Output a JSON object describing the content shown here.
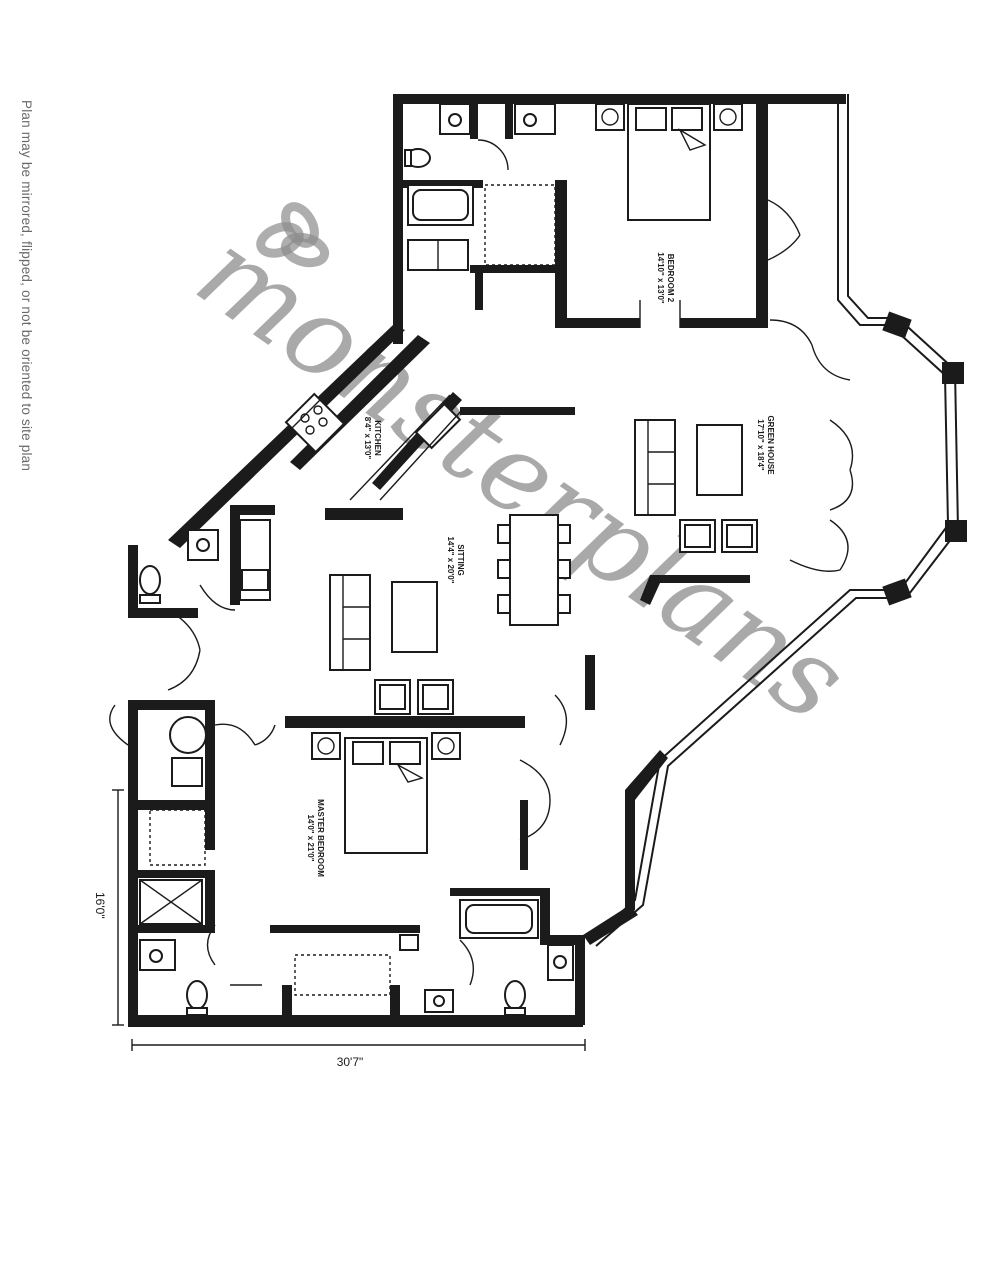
{
  "plan_note": "Plan may be mirrored, flipped, or not be oriented to site plan",
  "watermark": "monsterplans",
  "dimensions": {
    "width": "30'7\"",
    "depth": "16'0\""
  },
  "rooms": {
    "bedroom2": {
      "name": "BEDROOM 2",
      "size": "14'10\" x 13'0\""
    },
    "green_house": {
      "name": "GREEN HOUSE",
      "size": "17'10\" x 18'4\""
    },
    "kitchen": {
      "name": "KITCHEN",
      "size": "8'4\" x 13'0\""
    },
    "sitting": {
      "name": "SITTING",
      "size": "14'4\" x 20'0\""
    },
    "master_bedroom": {
      "name": "MASTER BEDROOM",
      "size": "14'0\" x 21'0\""
    }
  },
  "colors": {
    "wall": "#1b1b1b",
    "watermark": "#8c8c8c",
    "note_text": "#6a6a6a"
  }
}
